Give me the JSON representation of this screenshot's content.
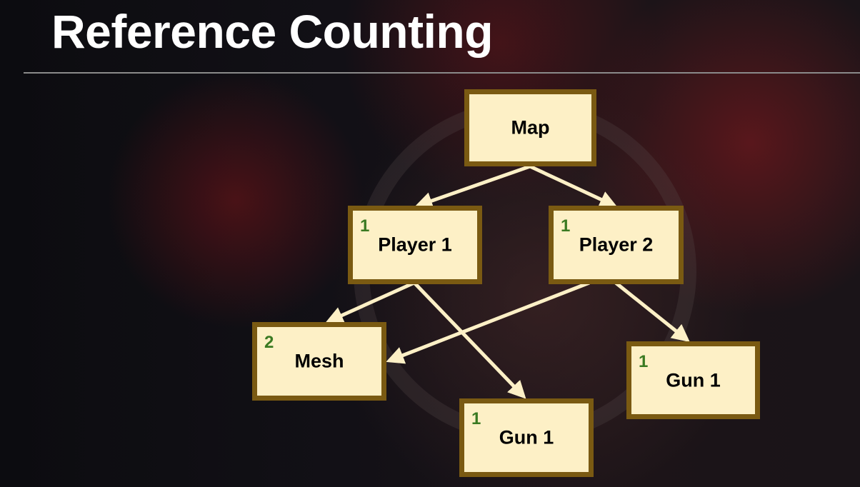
{
  "title": "Reference Counting",
  "colors": {
    "node_fill": "#fdf0c6",
    "node_border": "#7a5a12",
    "count": "#3a7a22",
    "edge": "#fdf0c6"
  },
  "nodes": [
    {
      "id": "map",
      "label": "Map",
      "count": ""
    },
    {
      "id": "player1",
      "label": "Player 1",
      "count": "1"
    },
    {
      "id": "player2",
      "label": "Player 2",
      "count": "1"
    },
    {
      "id": "mesh",
      "label": "Mesh",
      "count": "2"
    },
    {
      "id": "gun1a",
      "label": "Gun 1",
      "count": "1"
    },
    {
      "id": "gun1b",
      "label": "Gun 1",
      "count": "1"
    }
  ],
  "edges": [
    {
      "from": "map",
      "to": "player1"
    },
    {
      "from": "map",
      "to": "player2"
    },
    {
      "from": "player1",
      "to": "mesh"
    },
    {
      "from": "player1",
      "to": "gun1a"
    },
    {
      "from": "player2",
      "to": "mesh"
    },
    {
      "from": "player2",
      "to": "gun1b"
    }
  ]
}
